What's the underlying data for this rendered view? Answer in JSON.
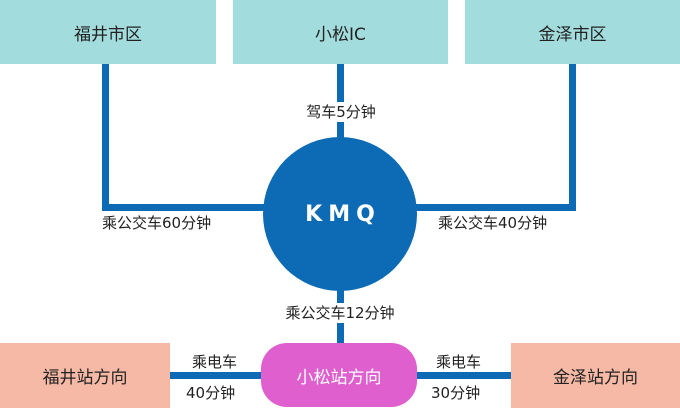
{
  "top": {
    "fukui_city": "福井市区",
    "komatsu_ic": "小松IC",
    "kanazawa_city": "金泽市区"
  },
  "hub": {
    "label": "KMQ"
  },
  "routes": {
    "to_ic": "驾车5分钟",
    "to_fukui_city": "乘公交车60分钟",
    "to_kanazawa_city": "乘公交车40分钟",
    "to_station": "乘公交车12分钟"
  },
  "bottom": {
    "fukui_station": "福井站方向",
    "komatsu_station": "小松站方向",
    "kanazawa_station": "金泽站方向",
    "train_left_mode": "乘电车",
    "train_left_time": "40分钟",
    "train_right_mode": "乘电车",
    "train_right_time": "30分钟"
  },
  "colors": {
    "line": "#0d6bb5",
    "top_box": "#a3dcdc",
    "bottom_box": "#f6b9a6",
    "station": "#df5fcf"
  }
}
